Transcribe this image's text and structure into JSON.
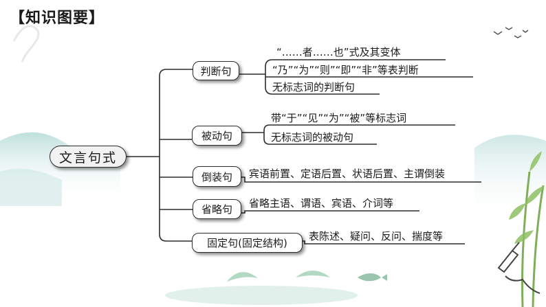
{
  "title": "【知识图要】",
  "root": "文言句式",
  "branches": [
    {
      "label": "判断句",
      "items": [
        "“……者……也”式及其变体",
        "“乃”“为”“则”“即”“非”等表判断",
        "无标志词的判断句"
      ]
    },
    {
      "label": "被动句",
      "items": [
        "带“于”“见”“为”“被”等标志词",
        "无标志词的被动句"
      ]
    },
    {
      "label": "倒装句",
      "items": [
        "宾语前置、定语后置、状语后置、主谓倒装"
      ]
    },
    {
      "label": "省略句",
      "items": [
        "省略主语、谓语、宾语、介词等"
      ]
    },
    {
      "label": "固定句(固定结构)",
      "items": [
        "表陈述、疑问、反问、揣度等"
      ]
    }
  ],
  "colors": {
    "line": "#2b2b2b",
    "accent_teal": "#8fc7c1",
    "bamboo": "#7fae5a"
  }
}
